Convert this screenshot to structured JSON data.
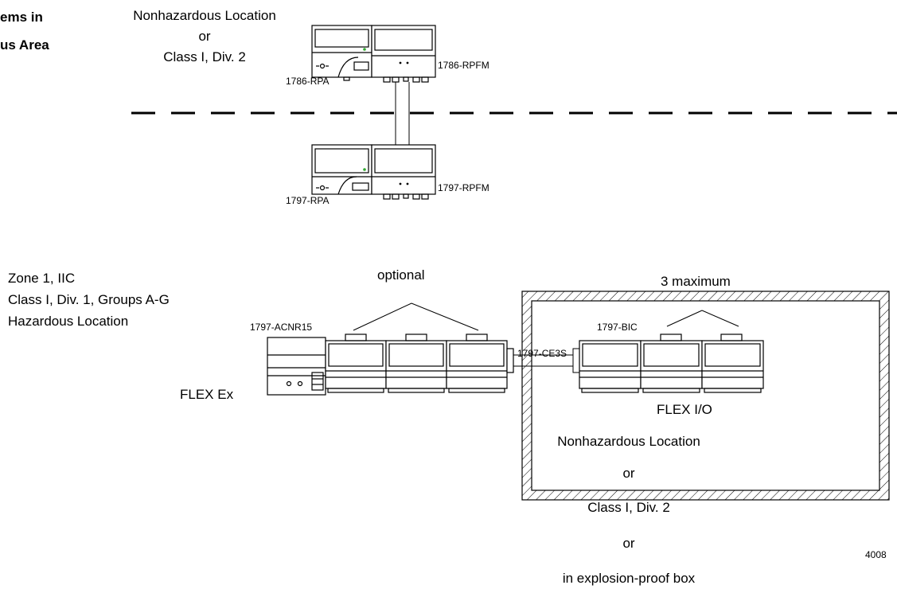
{
  "top_left_heading": {
    "line1": "ems in",
    "line2": "us Area"
  },
  "top_location": {
    "line1": "Nonhazardous Location",
    "line2": "or",
    "line3": "Class I, Div. 2"
  },
  "upper_adapter": {
    "rpa_label": "1786-RPA",
    "rpfm_label": "1786-RPFM"
  },
  "lower_adapter": {
    "rpa_label": "1797-RPA",
    "rpfm_label": "1797-RPFM"
  },
  "hazard_zone": {
    "line1": "Zone 1, IIC",
    "line2": "Class I, Div. 1, Groups A-G",
    "line3": "Hazardous Location"
  },
  "flex_ex": {
    "label": "FLEX Ex",
    "adapter_label": "1797-ACNR15",
    "optional_label": "optional"
  },
  "flex_io": {
    "max_label": "3 maximum",
    "bic_label": "1797-BIC",
    "cable_label": "1797-CE3S",
    "label": "FLEX I/O",
    "loc_line1": "Nonhazardous Location",
    "loc_line2": "or",
    "loc_line3": "Class I, Div. 2",
    "loc_line4": "or",
    "loc_line5": "in explosion-proof box"
  },
  "figure_number": "4008"
}
